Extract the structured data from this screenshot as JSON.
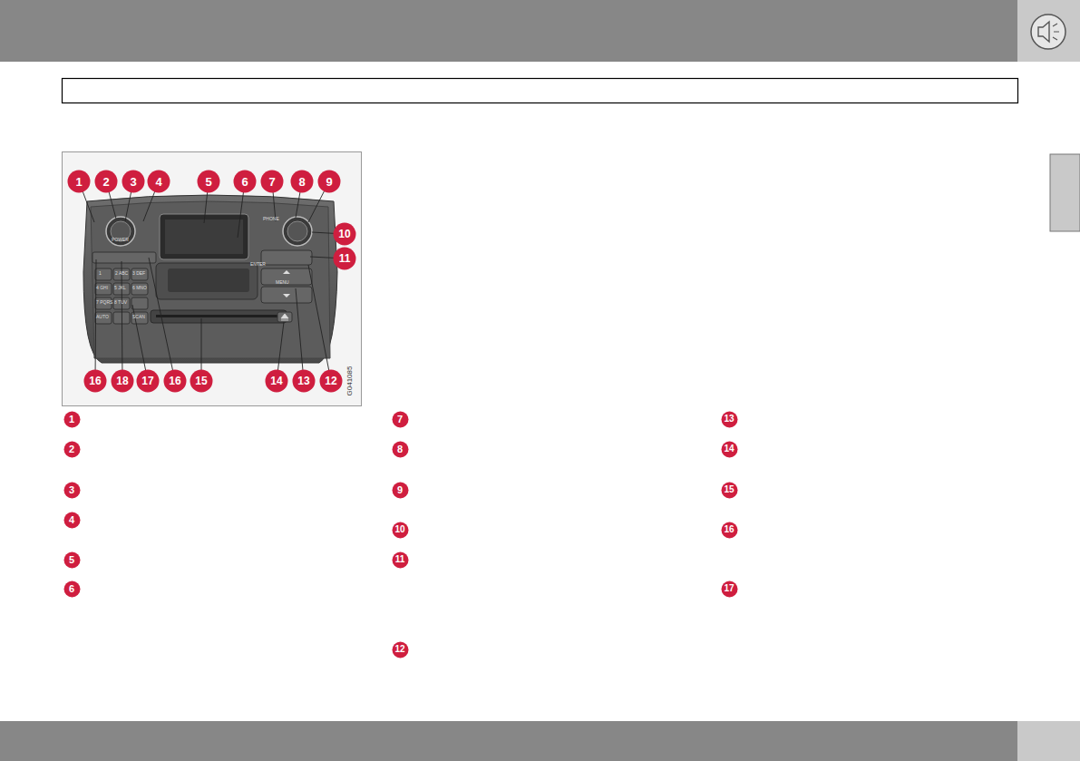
{
  "diagram": {
    "nodes": [
      {
        "text": [
          "1"
        ]
      },
      {
        "text": [
          "2"
        ]
      },
      {
        "text": [
          "3"
        ]
      },
      {
        "text": [
          "4"
        ]
      },
      {
        "text": [
          "5"
        ]
      },
      {
        "text": [
          "6"
        ]
      },
      {
        "text": [
          "7"
        ]
      },
      {
        "text": [
          "8"
        ]
      },
      {
        "text": [
          "9"
        ]
      },
      {
        "text": [
          "10"
        ]
      },
      {
        "text": [
          "11"
        ]
      },
      {
        "text": [
          "16"
        ]
      },
      {
        "text": [
          "18"
        ]
      },
      {
        "text": [
          "17"
        ]
      },
      {
        "text": [
          "16"
        ]
      },
      {
        "text": [
          "15"
        ]
      },
      {
        "text": [
          "14"
        ]
      },
      {
        "text": [
          "13"
        ]
      },
      {
        "text": [
          "12"
        ]
      },
      {
        "text": [
          "1"
        ]
      },
      {
        "text": [
          "2"
        ]
      },
      {
        "text": [
          "3"
        ]
      },
      {
        "text": [
          "4"
        ]
      },
      {
        "text": [
          "5"
        ]
      },
      {
        "text": [
          "6"
        ]
      },
      {
        "text": [
          "7"
        ]
      },
      {
        "text": [
          "8"
        ]
      },
      {
        "text": [
          "9"
        ]
      },
      {
        "text": [
          "10"
        ]
      },
      {
        "text": [
          "11"
        ]
      },
      {
        "text": [
          "12"
        ]
      },
      {
        "text": [
          "13"
        ]
      },
      {
        "text": [
          "14"
        ]
      },
      {
        "text": [
          "15"
        ]
      },
      {
        "text": [
          "16"
        ]
      },
      {
        "text": [
          "17"
        ]
      }
    ],
    "labels": [
      "G041085",
      "POWER",
      "PHONE",
      "ENTER",
      "MENU",
      "1",
      "2 ABC",
      "3 DEF",
      "4 GHI",
      "5 JKL",
      "6 MNO",
      "7 PQRS",
      "8 TUV",
      "AUTO",
      "SCAN"
    ]
  }
}
